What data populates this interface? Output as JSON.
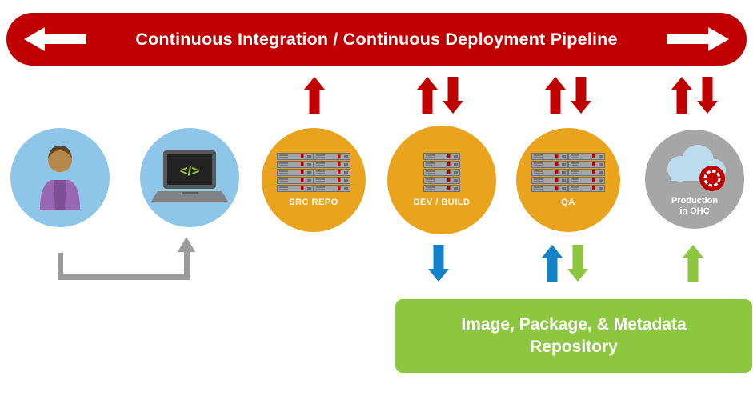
{
  "banner": {
    "title": "Continuous Integration / Continuous Deployment Pipeline",
    "bg_color": "#c00000",
    "text_color": "#ffffff"
  },
  "nodes": [
    {
      "id": "developer",
      "icon": "person-icon",
      "label": ""
    },
    {
      "id": "workstation",
      "icon": "laptop-code-icon",
      "label": "</>"
    },
    {
      "id": "src-repo",
      "icon": "server-stack-icon",
      "label": "SRC REPO"
    },
    {
      "id": "dev-build",
      "icon": "server-stack-icon",
      "label": "DEV / BUILD"
    },
    {
      "id": "qa",
      "icon": "server-stack-icon",
      "label": "QA"
    },
    {
      "id": "production",
      "icon": "cloud-openshift-icon",
      "label_line1": "Production",
      "label_line2": "in OHC"
    }
  ],
  "repository": {
    "label_line1": "Image, Package, & Metadata",
    "label_line2": "Repository",
    "bg_color": "#8dc63f"
  },
  "arrows": {
    "pipeline_links": [
      {
        "node": "src-repo",
        "directions": [
          "up"
        ],
        "color": "#c00000"
      },
      {
        "node": "dev-build",
        "directions": [
          "up",
          "down"
        ],
        "color": "#c00000"
      },
      {
        "node": "qa",
        "directions": [
          "up",
          "down"
        ],
        "color": "#c00000"
      },
      {
        "node": "production",
        "directions": [
          "up",
          "down"
        ],
        "color": "#c00000"
      }
    ],
    "repository_links": [
      {
        "node": "dev-build",
        "direction": "down",
        "color": "#1482c8"
      },
      {
        "node": "qa",
        "direction": "up",
        "color": "#1482c8"
      },
      {
        "node": "qa",
        "direction": "down",
        "color": "#8dc63f"
      },
      {
        "node": "production",
        "direction": "up",
        "color": "#8dc63f"
      }
    ],
    "developer_to_workstation": {
      "shape": "elbow",
      "direction": "up",
      "color": "#9b9b9b"
    }
  },
  "colors": {
    "pipeline_red": "#c00000",
    "environment_orange": "#e9a31d",
    "people_blue": "#8dc6e8",
    "production_gray": "#a6a6a6",
    "repository_green": "#8dc63f",
    "link_blue": "#1482c8"
  }
}
